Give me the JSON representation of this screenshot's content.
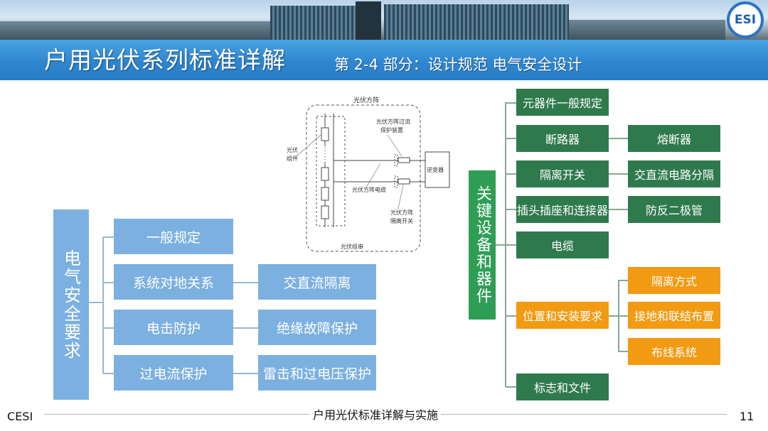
{
  "header": {
    "title": "户用光伏系列标准详解",
    "subtitle": "第 2-4 部分：设计规范  电气安全设计",
    "logo_text": "ESI"
  },
  "diagram": {
    "array_label": "光伏方阵",
    "overcurrent_label_1": "光伏方阵过流",
    "overcurrent_label_2": "保护装置",
    "module_label_1": "光伏",
    "module_label_2": "组件",
    "inverter_label": "逆变器",
    "cable_label": "光伏方阵电缆",
    "isolator_label_1": "光伏方阵",
    "isolator_label_2": "隔离开关",
    "string_label": "光伏组串"
  },
  "left_tree": {
    "root": "电气安全要求",
    "items": [
      {
        "label": "一般规定",
        "child": ""
      },
      {
        "label": "系统对地关系",
        "child": "交直流隔离"
      },
      {
        "label": "电击防护",
        "child": "绝缘故障保护"
      },
      {
        "label": "过电流保护",
        "child": "雷击和过电压保护"
      }
    ]
  },
  "right_tree": {
    "root": "关键设备和器件",
    "items": [
      {
        "label": "元器件一般规定"
      },
      {
        "label": "断路器",
        "child": "熔断器"
      },
      {
        "label": "隔离开关",
        "child": "交直流电路分隔"
      },
      {
        "label": "插头插座和连接器",
        "child": "防反二极管"
      },
      {
        "label": "电缆"
      },
      {
        "label": "位置和安装要求",
        "children": [
          "隔离方式",
          "接地和联结布置",
          "布线系统"
        ]
      },
      {
        "label": "标志和文件"
      }
    ]
  },
  "footer": {
    "org": "CESI",
    "center": "户用光伏标准详解与实施",
    "page": "11"
  },
  "colors": {
    "light_blue": "#7bb0e0",
    "dark_green": "#2f7a4c",
    "orange": "#f29a12",
    "title_blue": "#2f86d0"
  }
}
